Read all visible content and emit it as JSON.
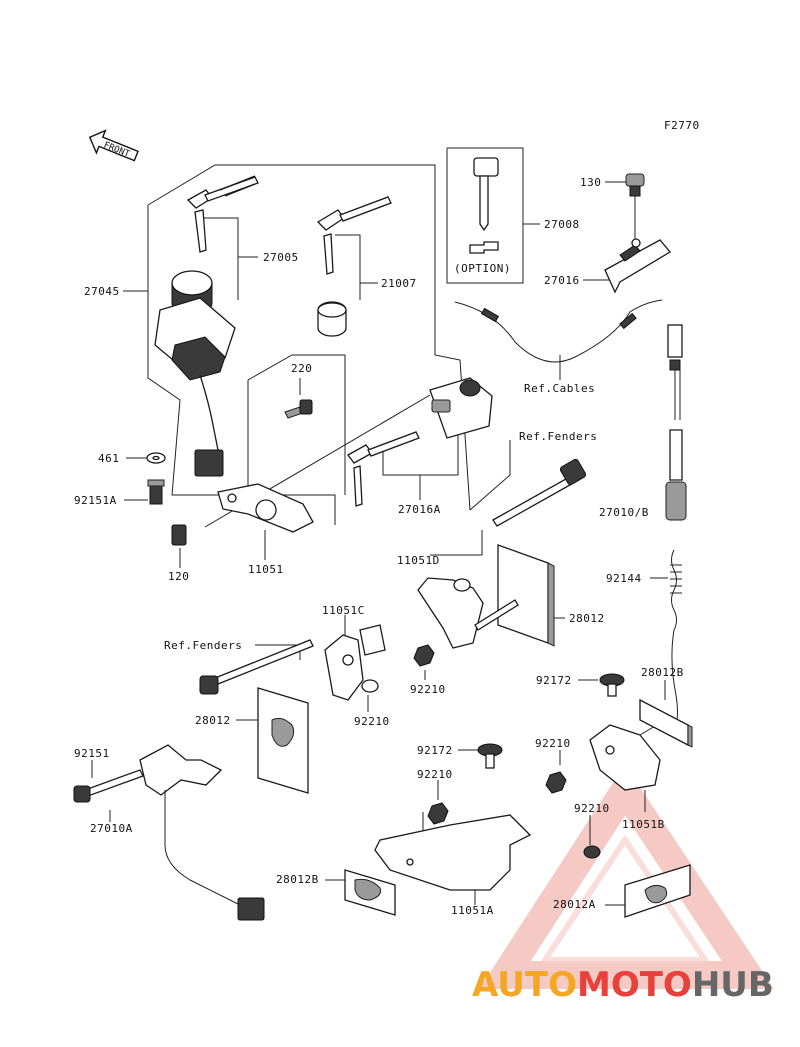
{
  "figure_code": "F2770",
  "front_arrow_label": "FRONT",
  "option_label": "(OPTION)",
  "labels": {
    "p27005": "27005",
    "p21007": "21007",
    "p27008": "27008",
    "p27045": "27045",
    "p130": "130",
    "p27016": "27016",
    "p220": "220",
    "ref_cables": "Ref.Cables",
    "ref_fenders_top": "Ref.Fenders",
    "p461": "461",
    "p92151a": "92151A",
    "p27016a": "27016A",
    "p27010b": "27010/B",
    "p120": "120",
    "p11051": "11051",
    "p11051d": "11051D",
    "p92144": "92144",
    "p11051c": "11051C",
    "p28012_right": "28012",
    "ref_fenders_left": "Ref.Fenders",
    "p92210_mid": "92210",
    "p92172_right": "92172",
    "p28012b_right": "28012B",
    "p28012_left": "28012",
    "p92210_left": "92210",
    "p92151": "92151",
    "p92172_mid": "92172",
    "p92210_right": "92210",
    "p27010a": "27010A",
    "p92210_low": "92210",
    "p92210_lowright": "92210",
    "p11051b": "11051B",
    "p28012b_left": "28012B",
    "p28012a": "28012A",
    "p11051a": "11051A"
  },
  "watermark": {
    "part1": "AUTO",
    "part2": "MOTO",
    "part3": "HUB",
    "color_orange": "#f5a623",
    "color_red": "#e8403a",
    "color_gray": "#666666"
  }
}
